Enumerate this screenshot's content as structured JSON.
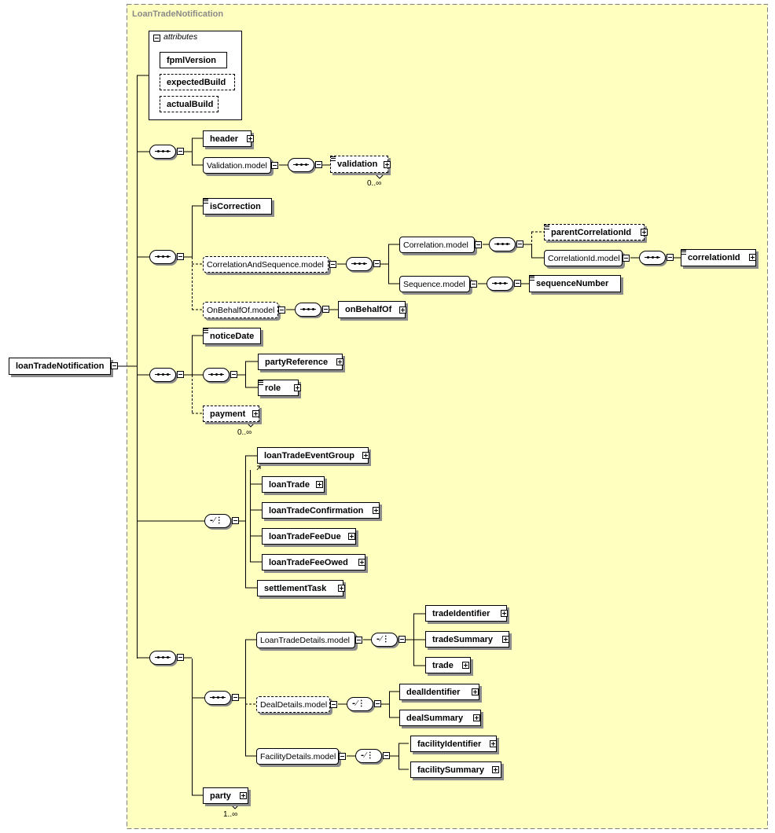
{
  "title": "LoanTradeNotification",
  "root": "loanTradeNotification",
  "attributes": {
    "header": "attributes",
    "items": [
      "fpmlVersion",
      "expectedBuild",
      "actualBuild"
    ]
  },
  "elements": {
    "header": "header",
    "validation_model": "Validation.model",
    "validation": "validation",
    "validation_card": "0..∞",
    "isCorrection": "isCorrection",
    "correlation_and_sequence_model": "CorrelationAndSequence.model",
    "correlation_model": "Correlation.model",
    "parentCorrelationId": "parentCorrelationId",
    "correlationId_model": "CorrelationId.model",
    "correlationId": "correlationId",
    "sequence_model": "Sequence.model",
    "sequenceNumber": "sequenceNumber",
    "onBehalfOf_model": "OnBehalfOf.model",
    "onBehalfOf": "onBehalfOf",
    "noticeDate": "noticeDate",
    "partyReference": "partyReference",
    "role": "role",
    "payment": "payment",
    "payment_card": "0..∞",
    "loanTradeEventGroup": "loanTradeEventGroup",
    "loanTrade": "loanTrade",
    "loanTradeConfirmation": "loanTradeConfirmation",
    "loanTradeFeeDue": "loanTradeFeeDue",
    "loanTradeFeeOwed": "loanTradeFeeOwed",
    "settlementTask": "settlementTask",
    "loanTradeDetails_model": "LoanTradeDetails.model",
    "tradeIdentifier": "tradeIdentifier",
    "tradeSummary": "tradeSummary",
    "trade": "trade",
    "dealDetails_model": "DealDetails.model",
    "dealIdentifier": "dealIdentifier",
    "dealSummary": "dealSummary",
    "facilityDetails_model": "FacilityDetails.model",
    "facilityIdentifier": "facilityIdentifier",
    "facilitySummary": "facilitySummary",
    "party": "party",
    "party_card": "1..∞"
  },
  "colors": {
    "background": "#ffffc0",
    "frame": "#808080",
    "title": "#8a8a8a",
    "shadow": "#8c8c8c"
  },
  "icons": [
    "collapse-icon",
    "expand-icon",
    "sequence-compositor-icon",
    "choice-compositor-icon",
    "simple-type-doc-icon"
  ]
}
